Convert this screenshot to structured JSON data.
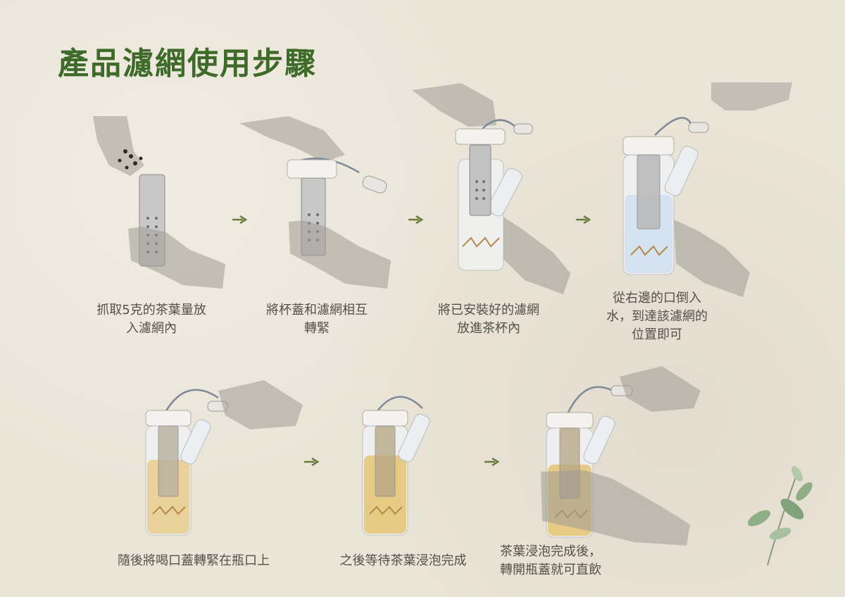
{
  "title": "產品濾網使用步驟",
  "steps": [
    {
      "caption": "抓取5克的茶葉量放\n入濾網內"
    },
    {
      "caption": "將杯蓋和濾網相互\n轉緊"
    },
    {
      "caption": "將已安裝好的濾網\n放進茶杯內"
    },
    {
      "caption": "從右邊的口倒入\n水，到達該濾網的\n位置即可"
    },
    {
      "caption": "隨後將喝口蓋轉緊在瓶口上"
    },
    {
      "caption": "之後等待茶葉浸泡完成"
    },
    {
      "caption": "茶葉浸泡完成後，\n轉開瓶蓋就可直飲"
    }
  ],
  "colors": {
    "title": "#3f6b2a",
    "arrow": "#6b7a3a",
    "caption": "#555049",
    "shadow": "#9e9a93",
    "tea": "#e3c26a",
    "water": "#cfe0ee",
    "logo": "#b38a4a"
  },
  "icons": [
    "arrow-right-icon",
    "leaf-decoration-icon"
  ]
}
